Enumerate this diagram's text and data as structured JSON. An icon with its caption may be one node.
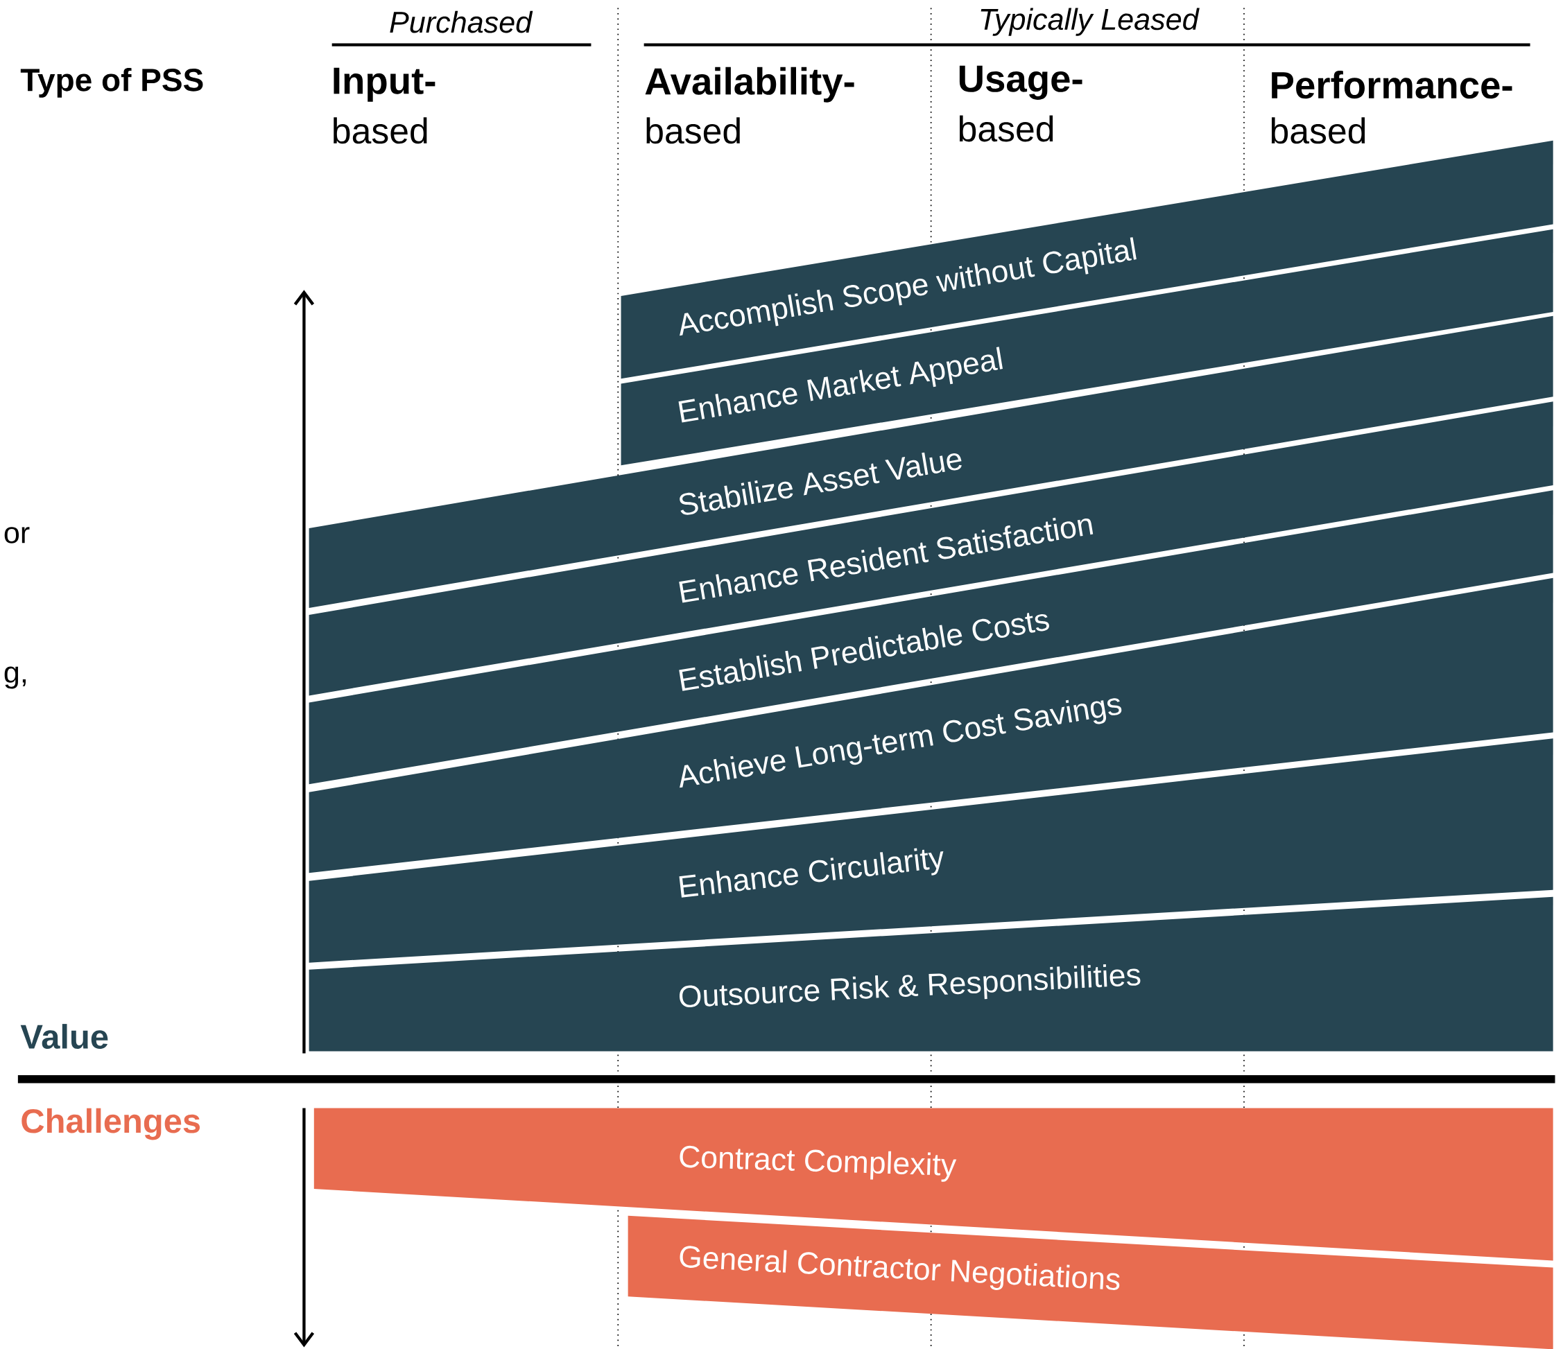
{
  "diagram": {
    "nodes": [
      {
        "text": [
          "Accomplish Scope without Capital"
        ]
      },
      {
        "text": [
          "Enhance Market Appeal"
        ]
      },
      {
        "text": [
          "Stabilize Asset Value"
        ]
      },
      {
        "text": [
          "Enhance Resident Satisfaction"
        ]
      },
      {
        "text": [
          "Establish Predictable Costs"
        ]
      },
      {
        "text": [
          "Achieve Long-term Cost Savings"
        ]
      },
      {
        "text": [
          "Enhance Circularity"
        ]
      },
      {
        "text": [
          "Outsource Risk & Responsibilities"
        ]
      },
      {
        "text": [
          "Contract Complexity"
        ]
      },
      {
        "text": [
          "General Contractor Negotiations"
        ]
      }
    ],
    "labels": [
      "Purchased",
      "Typically Leased",
      "Type of PSS",
      "Input-",
      "based",
      "Availability-",
      "based",
      "Usage-",
      "based",
      "Performance-",
      "based",
      "or",
      "g,",
      "Value",
      "Challenges"
    ]
  }
}
